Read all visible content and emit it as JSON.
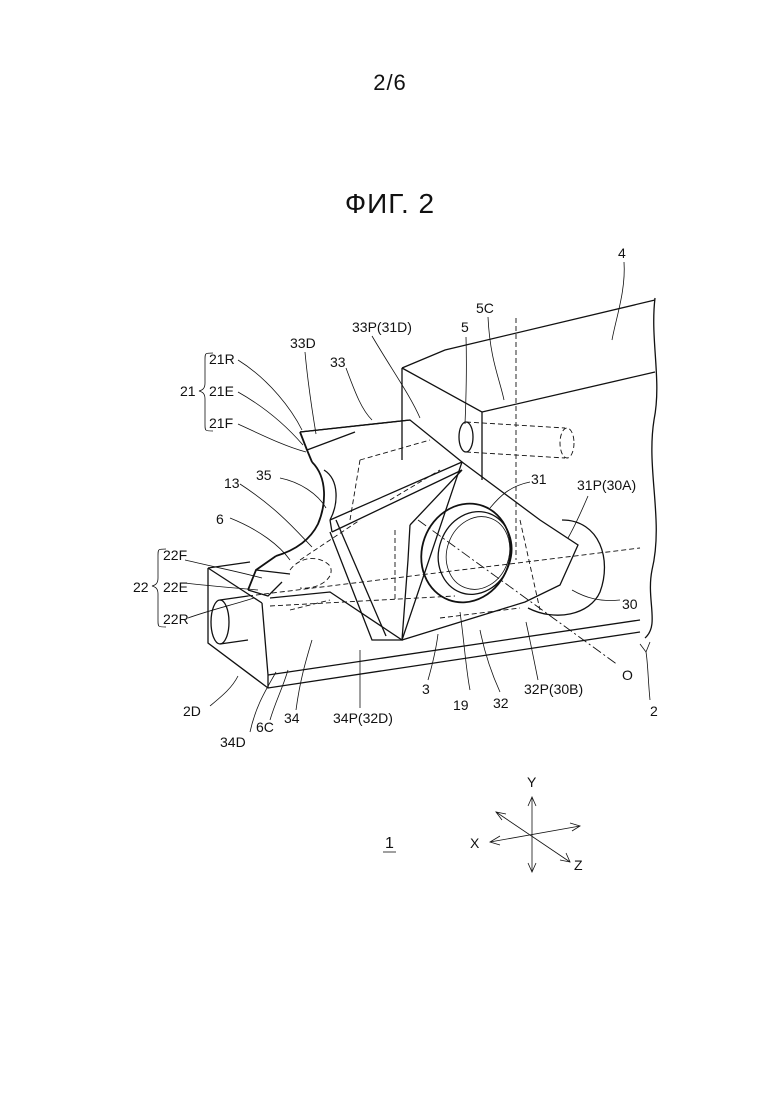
{
  "page": {
    "number": "2/6",
    "figure_title": "ФИГ. 2"
  },
  "labels": {
    "l4": "4",
    "l5": "5",
    "l5C": "5C",
    "l33P31D": "33P(31D)",
    "l33D": "33D",
    "l33": "33",
    "l21": "21",
    "l21R": "21R",
    "l21E": "21E",
    "l21F": "21F",
    "l35": "35",
    "l13": "13",
    "l6": "6",
    "l31": "31",
    "l31P30A": "31P(30A)",
    "l22": "22",
    "l22F": "22F",
    "l22E": "22E",
    "l22R": "22R",
    "l30": "30",
    "lO": "O",
    "l3": "3",
    "l2": "2",
    "l2D": "2D",
    "l19": "19",
    "l32": "32",
    "l32P30B": "32P(30B)",
    "l34D": "34D",
    "l6C": "6C",
    "l34": "34",
    "l34P32D": "34P(32D)",
    "l1": "1"
  },
  "axes": {
    "x": "X",
    "y": "Y",
    "z": "Z"
  }
}
